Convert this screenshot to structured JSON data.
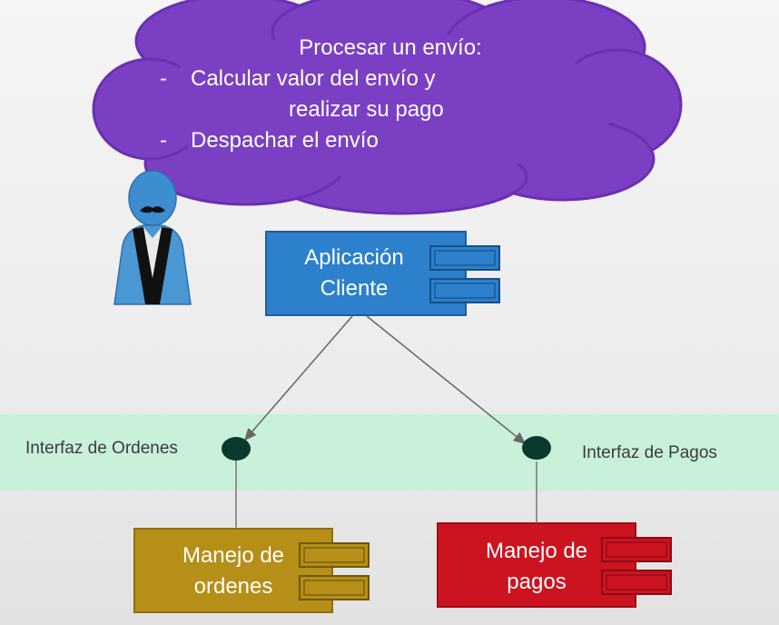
{
  "cloud": {
    "title": "Procesar un envío:",
    "items": [
      {
        "bullet": "-",
        "text": "Calcular valor del envío y",
        "continuation": "realizar su pago"
      },
      {
        "bullet": "-",
        "text": "Despachar el envío",
        "continuation": ""
      }
    ],
    "fill": "#7b3fc4",
    "stroke": "#6a2fb2"
  },
  "components": {
    "client": {
      "line1": "Aplicación",
      "line2": "Cliente",
      "fill": "#2c80cc"
    },
    "orders": {
      "line1": "Manejo de",
      "line2": "ordenes",
      "fill": "#b58f18"
    },
    "payments": {
      "line1": "Manejo de",
      "line2": "pagos",
      "fill": "#cc1420"
    }
  },
  "interfaces": {
    "orders_label": "Interfaz de Ordenes",
    "payments_label": "Interfaz de Pagos",
    "band_color": "#c6f0d7",
    "node_color": "#083a2e"
  },
  "actor": {
    "head_color": "#3d8ed0",
    "body_color": "#4a97d4"
  }
}
